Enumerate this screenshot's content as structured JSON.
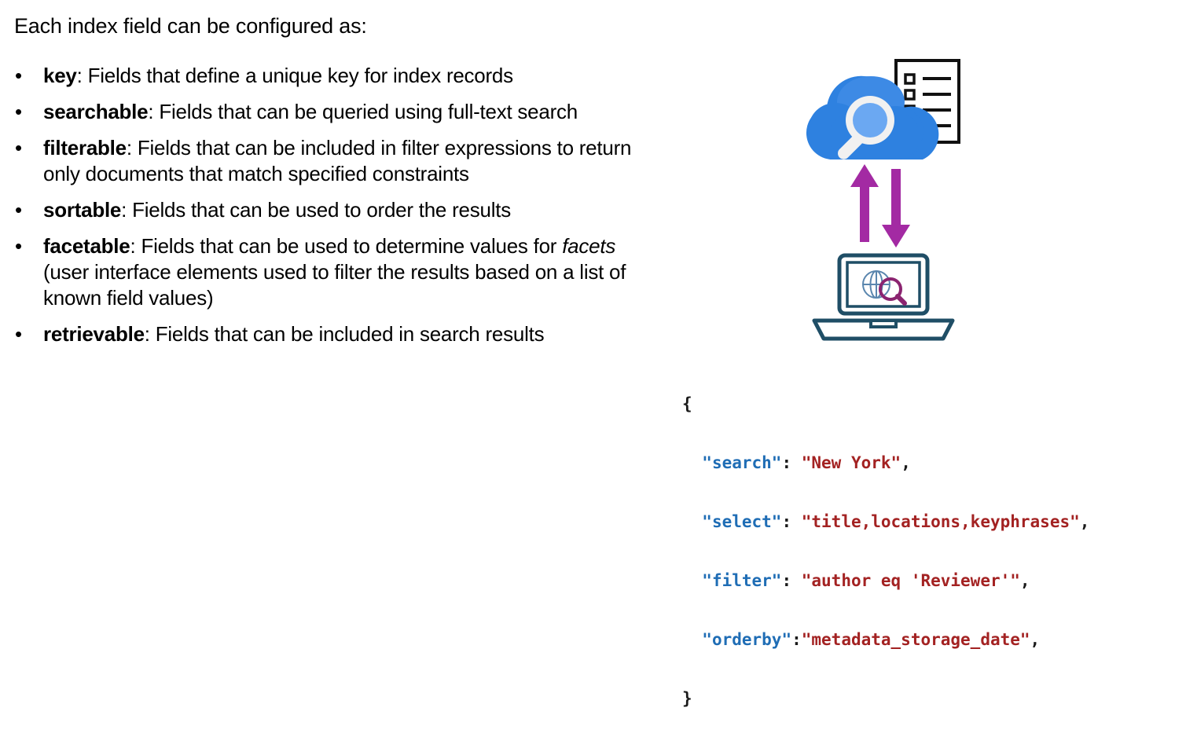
{
  "slide": {
    "intro": "Each index field can be configured as:",
    "bullet_marker": "•",
    "bullets": [
      {
        "term": "key",
        "sep": ": ",
        "rest": "Fields that define a unique key for index records"
      },
      {
        "term": "searchable",
        "sep": ": ",
        "rest": "Fields that can be queried using full-text search"
      },
      {
        "term": "filterable",
        "sep": ": ",
        "rest": "Fields that can be included in filter expressions to return only documents that match specified constraints"
      },
      {
        "term": "sortable",
        "sep": ": ",
        "rest": "Fields that can be used to order the results"
      },
      {
        "term": "facetable",
        "sep": ": ",
        "rest_before_italic": "Fields that can be used to determine values for ",
        "italic": "facets",
        "rest_after_italic": " (user interface elements used to filter the results based on a list of known field values)"
      },
      {
        "term": "retrievable",
        "sep": ": ",
        "rest": "Fields that can be included in search results"
      }
    ]
  },
  "code": {
    "language": "json",
    "open_brace": "{",
    "close_brace": "}",
    "lines": [
      {
        "key": "\"search\"",
        "colon": ": ",
        "value": "\"New York\"",
        "comma": ","
      },
      {
        "key": "\"select\"",
        "colon": ": ",
        "value": "\"title,locations,keyphrases\"",
        "comma": ","
      },
      {
        "key": "\"filter\"",
        "colon": ": ",
        "value": "\"author eq 'Reviewer'\"",
        "comma": ","
      },
      {
        "key": "\"orderby\"",
        "colon": ":",
        "value": "\"metadata_storage_date\"",
        "comma": ","
      }
    ]
  },
  "illustration": {
    "cloud_icon": "cloud-search-icon",
    "document_icon": "document-checklist-icon",
    "laptop_icon": "laptop-globe-search-icon",
    "arrow_up": "arrow-up-request",
    "arrow_down": "arrow-down-response"
  },
  "colors": {
    "cloud_blue": "#2E81E0",
    "cloud_blue_light": "#6BA8F2",
    "magnifier_white": "#F1F1F1",
    "arrow_purple": "#A32AA3",
    "laptop_teal": "#1F4E66",
    "globe_blue": "#5A86AE",
    "json_key_blue": "#1F6DB5",
    "json_value_red": "#A32222",
    "text_black": "#000000"
  }
}
